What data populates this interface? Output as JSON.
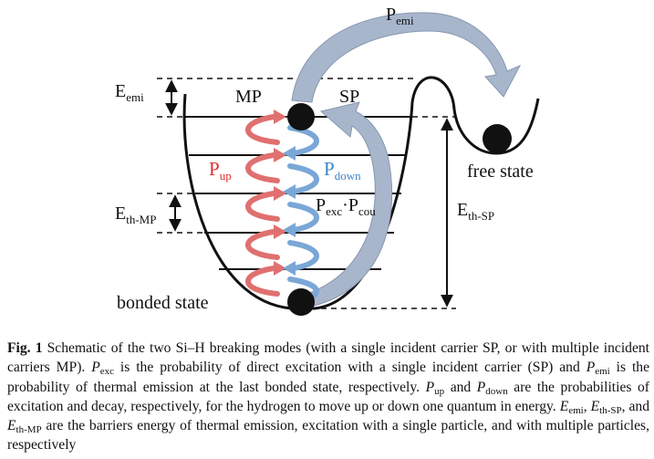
{
  "diagram": {
    "labels": {
      "p_emi": "P",
      "p_emi_sub": "emi",
      "e_emi": "E",
      "e_emi_sub": "emi",
      "mp": "MP",
      "sp": "SP",
      "p_up": "P",
      "p_up_sub": "up",
      "p_down": "P",
      "p_down_sub": "down",
      "e_th_mp": "E",
      "e_th_mp_sub": "th-MP",
      "pexc_pcou_a": "P",
      "pexc_pcou_a_sub": "exc",
      "pexc_pcou_dot": "·",
      "pexc_pcou_b": "P",
      "pexc_pcou_b_sub": "cou",
      "e_th_sp": "E",
      "e_th_sp_sub": "th-SP",
      "free_state": "free state",
      "bonded_state": "bonded state"
    },
    "colors": {
      "up_arrows": "#e07070",
      "down_arrows": "#7aa7d6",
      "big_arrows": "#a8b6cc",
      "up_text": "#e03030",
      "down_text": "#3a86c8"
    }
  },
  "caption": {
    "fig": "Fig. 1",
    "t1": "  Schematic of the two Si–H breaking modes (with a single incident carrier SP, or with multiple incident carriers MP). ",
    "p1": "P",
    "p1s": "exc",
    "t2": " is the probability of direct excitation with a single incident carrier (SP) and ",
    "p2": "P",
    "p2s": "emi",
    "t3": " is the probability of thermal emission at the last bonded state, respectively. ",
    "p3": "P",
    "p3s": "up",
    "t4": " and ",
    "p4": "P",
    "p4s": "down",
    "t5": " are the probabilities of excitation and decay, respectively, for the hydrogen to move up or down one quantum in energy. ",
    "e1": "E",
    "e1s": "emi",
    "t6": ", ",
    "e2": "E",
    "e2s": "th-SP",
    "t7": ", and ",
    "e3": "E",
    "e3s": "th-MP",
    "t8": " are the barriers energy of thermal emission, excitation with a single particle, and with multiple particles, respectively"
  }
}
